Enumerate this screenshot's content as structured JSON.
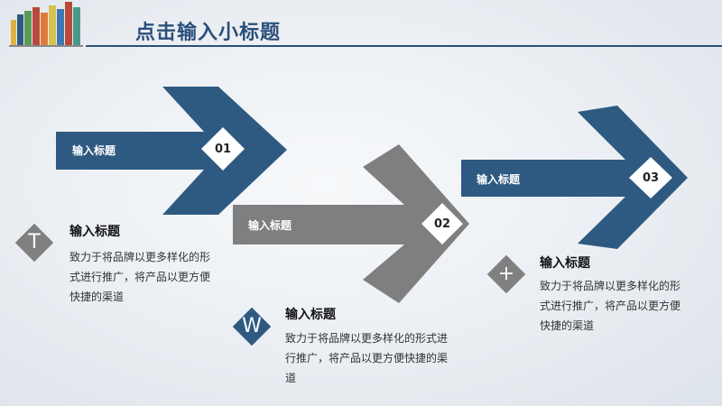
{
  "header": {
    "title": "点击输入小标题"
  },
  "arrows": [
    {
      "label": "输入标题",
      "number": "01",
      "color": "#2e5a82"
    },
    {
      "label": "输入标题",
      "number": "02",
      "color": "#7f7f7f"
    },
    {
      "label": "输入标题",
      "number": "03",
      "color": "#2e5a82"
    }
  ],
  "items": [
    {
      "icon": "T",
      "icon_color": "#808080",
      "heading": "输入标题",
      "text": "致力于将品牌以更多样化的形式进行推广，将产品以更方便快捷的渠道"
    },
    {
      "icon": "W",
      "icon_color": "#2e5a82",
      "heading": "输入标题",
      "text": "致力于将品牌以更多样化的形式进行推广，将产品以更方便快捷的渠道"
    },
    {
      "icon": "+",
      "icon_color": "#808080",
      "heading": "输入标题",
      "text": "致力于将品牌以更多样化的形式进行推广，将产品以更方便快捷的渠道"
    }
  ]
}
